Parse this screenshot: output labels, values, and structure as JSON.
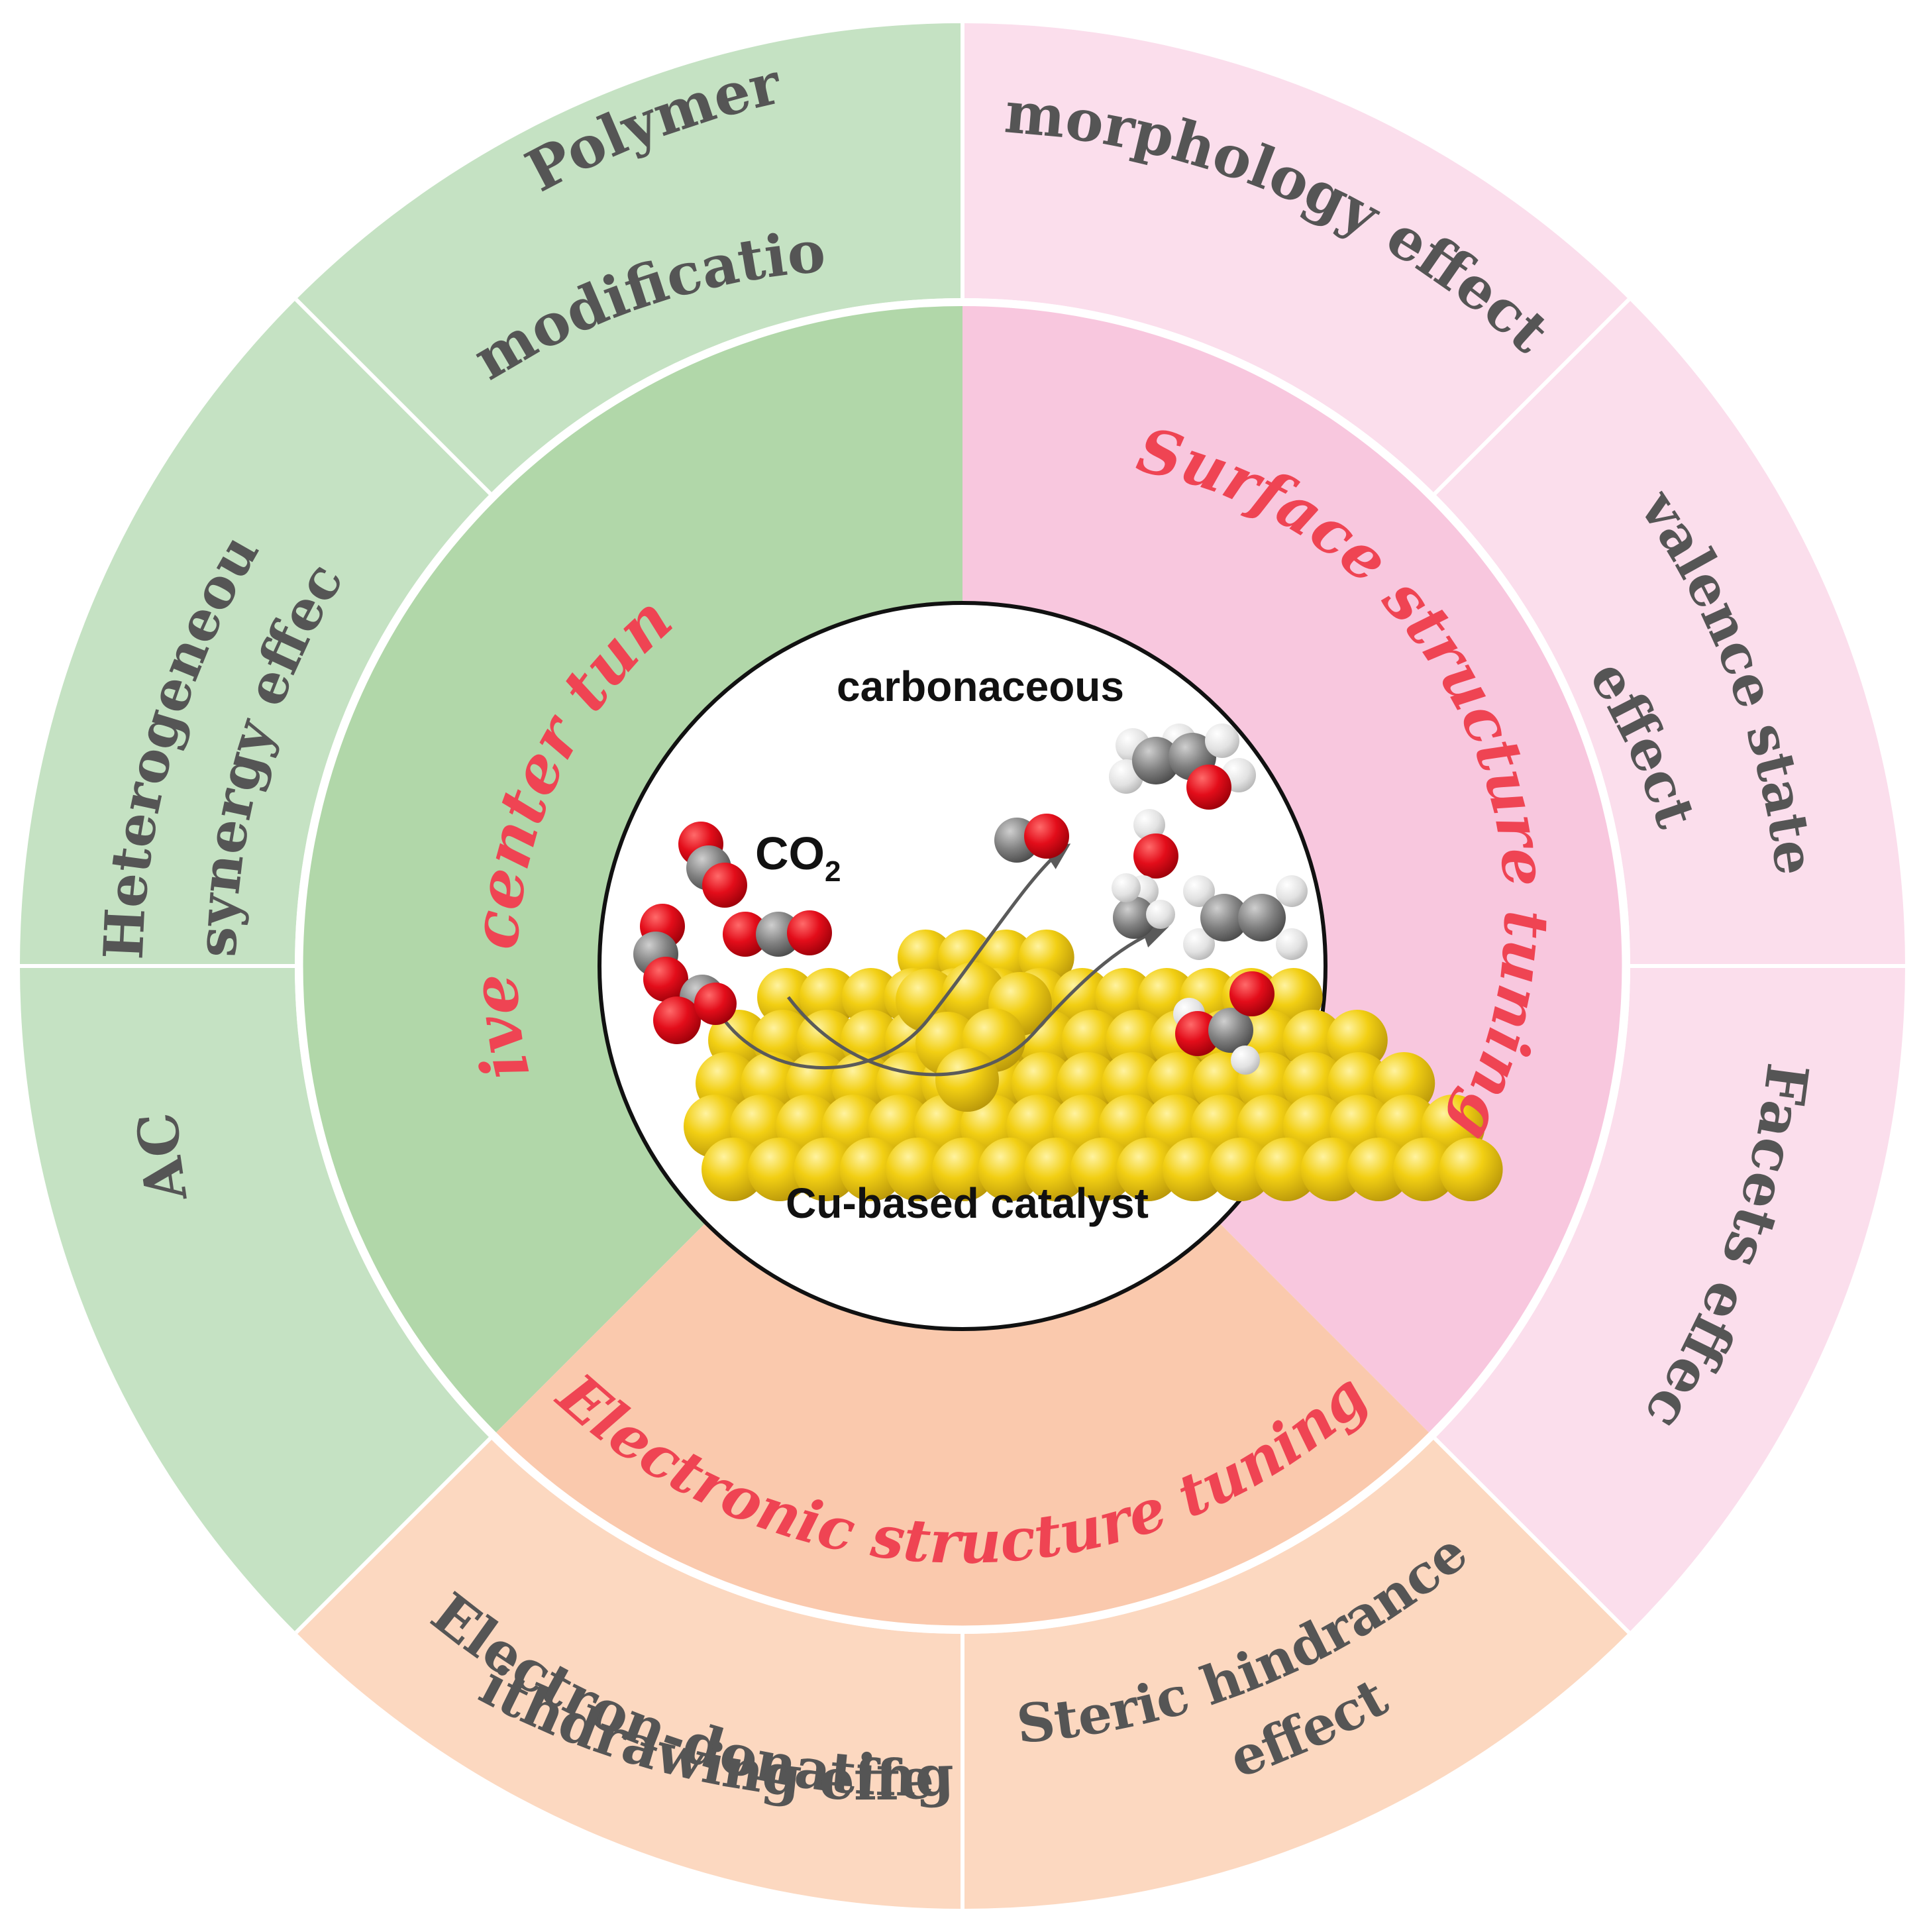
{
  "colors": {
    "green_outer": "#c5e2c3",
    "green_inner": "#b1d7a9",
    "pink_outer": "#fbdeec",
    "pink_inner": "#f8c7de",
    "orange_outer": "#fcd8c0",
    "orange_inner": "#fac9ad",
    "label_text": "#555555",
    "category_text": "#ef4453",
    "copper": "#f2cf13",
    "oxygen": "#e30d1a",
    "carbon": "#808080",
    "hydrogen": "#e2e2e2"
  },
  "categories": {
    "active": "Active center tuning",
    "surface": "Surface structure tuning",
    "electronic": "Electronic structure tuning"
  },
  "effects": {
    "polymer_1": "Polymer",
    "polymer_2": "modification",
    "hetero_1": "Heterogeneous",
    "hetero_2": "synergy effect",
    "sacs": "SACs",
    "morphology": "morphology effect",
    "valence_1": "valence state",
    "valence_2": "effect",
    "facets": "Facets effect",
    "electron_1": "Electron-donating/",
    "electron_2": "-withdrawing effect",
    "steric_1": "Steric hindrance",
    "steric_2": "effect"
  },
  "center": {
    "top_label": "carbonaceous",
    "reactant": "CO",
    "reactant_subscript": "2",
    "bottom_label": "Cu-based catalyst"
  }
}
